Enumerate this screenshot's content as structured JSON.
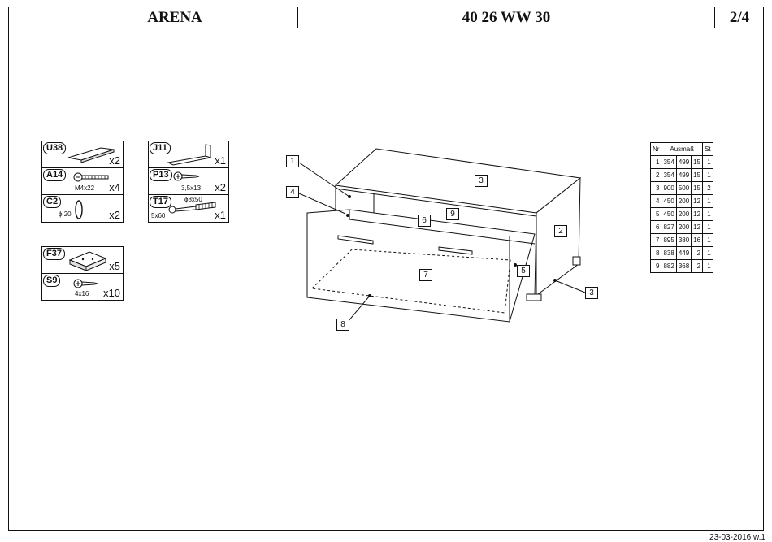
{
  "header": {
    "title": "ARENA",
    "code": "40 26 WW 30",
    "page": "2/4"
  },
  "footer": {
    "date": "23-03-2016 w.1"
  },
  "hardware": {
    "group1": [
      {
        "code": "U38",
        "qty": "x2",
        "icon": "board-strip-icon"
      },
      {
        "code": "A14",
        "size": "M4x22",
        "qty": "x4",
        "icon": "bolt-icon"
      },
      {
        "code": "C2",
        "size": "ϕ 20",
        "qty": "x2",
        "icon": "ring-icon"
      }
    ],
    "group2": [
      {
        "code": "J11",
        "qty": "x1",
        "icon": "angle-bracket-icon"
      },
      {
        "code": "P13",
        "size": "3,5x13",
        "qty": "x2",
        "icon": "screw-icon"
      },
      {
        "code": "T17",
        "size_top": "ϕ8x50",
        "size": "5x60",
        "qty": "x1",
        "icon": "screw-dowel-icon"
      }
    ],
    "group3": [
      {
        "code": "F37",
        "qty": "x5",
        "icon": "glide-pad-icon"
      },
      {
        "code": "S9",
        "size": "4x16",
        "qty": "x10",
        "icon": "screw-icon"
      }
    ]
  },
  "parts_table": {
    "headers": [
      "Nr",
      "Ausmaß",
      "St"
    ],
    "rows": [
      [
        "1",
        "354",
        "499",
        "15",
        "1"
      ],
      [
        "2",
        "354",
        "499",
        "15",
        "1"
      ],
      [
        "3",
        "900",
        "500",
        "15",
        "2"
      ],
      [
        "4",
        "450",
        "200",
        "12",
        "1"
      ],
      [
        "5",
        "450",
        "200",
        "12",
        "1"
      ],
      [
        "6",
        "827",
        "200",
        "12",
        "1"
      ],
      [
        "7",
        "895",
        "380",
        "16",
        "1"
      ],
      [
        "8",
        "838",
        "449",
        "2",
        "1"
      ],
      [
        "9",
        "882",
        "368",
        "2",
        "1"
      ]
    ]
  },
  "callouts": {
    "c1": "1",
    "c4": "4",
    "c3_top": "3",
    "c9": "9",
    "c6": "6",
    "c2": "2",
    "c5": "5",
    "c7": "7",
    "c3_bottom": "3",
    "c8": "8"
  }
}
